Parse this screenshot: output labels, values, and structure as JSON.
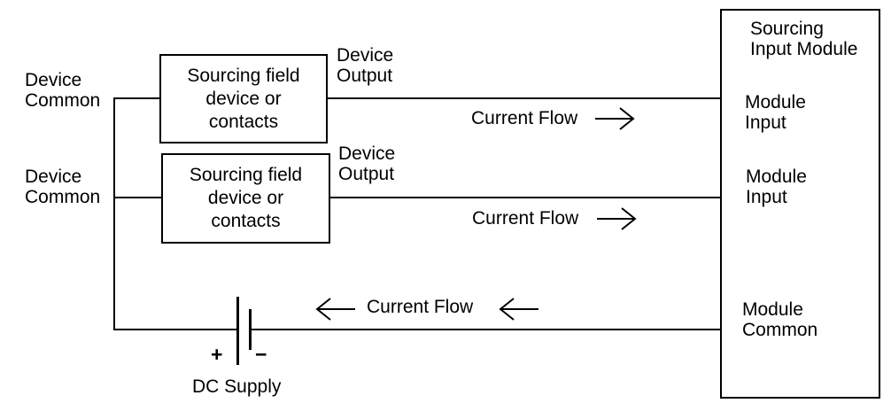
{
  "colors": {
    "line": "#000000",
    "background": "#ffffff"
  },
  "module": {
    "title": "Sourcing\nInput Module",
    "terminals": [
      {
        "label": "Module\nInput"
      },
      {
        "label": "Module\nInput"
      },
      {
        "label": "Module\nCommon"
      }
    ]
  },
  "field_devices": [
    {
      "label": "Sourcing field\ndevice or\ncontacts"
    },
    {
      "label": "Sourcing field\ndevice or\ncontacts"
    }
  ],
  "wire_labels": {
    "device_common_1": "Device\nCommon",
    "device_common_2": "Device\nCommon",
    "device_output_1": "Device\nOutput",
    "device_output_2": "Device\nOutput"
  },
  "current_flow": {
    "top": "Current Flow",
    "middle": "Current Flow",
    "bottom": "Current Flow"
  },
  "power": {
    "plus": "+",
    "minus": "−",
    "label": "DC Supply"
  },
  "icons": {
    "right_arrow": "right-arrow",
    "left_arrow": "left-arrow"
  }
}
